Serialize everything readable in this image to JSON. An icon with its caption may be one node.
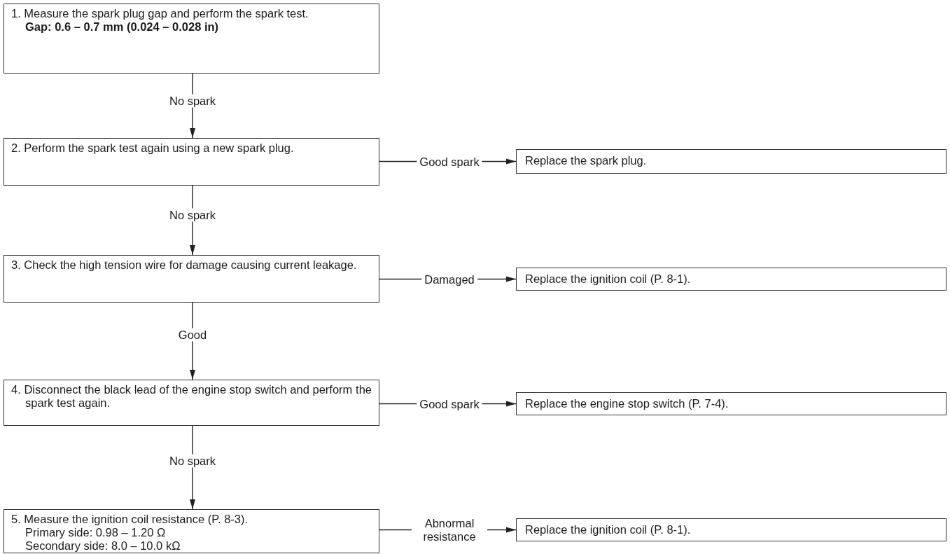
{
  "diagram": {
    "nodes": [
      {
        "text": [
          "1. Measure the spark plug gap and perform the spark test.",
          "**Gap: 0.6 – 0.7 mm (0.024 – 0.028 in)**"
        ]
      },
      {
        "text": [
          "2. Perform the spark test again using a new spark plug."
        ]
      },
      {
        "text": [
          "Replace the spark plug."
        ]
      },
      {
        "text": [
          "3. Check the high tension wire for damage causing current leakage."
        ]
      },
      {
        "text": [
          "Replace the ignition coil (P. 8-1)."
        ]
      },
      {
        "text": [
          "4. Disconnect the black lead of the engine stop switch and perform the spark test again."
        ]
      },
      {
        "text": [
          "Replace the engine stop switch (P. 7-4)."
        ]
      },
      {
        "text": [
          "5. Measure the ignition coil resistance (P. 8-3).",
          "Primary side: 0.98 – 1.20 Ω",
          "Secondary side: 8.0 – 10.0 kΩ"
        ]
      },
      {
        "text": [
          "Replace the ignition coil (P. 8-1)."
        ]
      }
    ],
    "edges": [
      {
        "from": 0,
        "to": 1,
        "arrow": "to",
        "label": "No spark"
      },
      {
        "from": 1,
        "to": 2,
        "arrow": "to",
        "label": "Good spark"
      },
      {
        "from": 1,
        "to": 3,
        "arrow": "to",
        "label": "No spark"
      },
      {
        "from": 3,
        "to": 4,
        "arrow": "to",
        "label": "Damaged"
      },
      {
        "from": 3,
        "to": 5,
        "arrow": "to",
        "label": "Good"
      },
      {
        "from": 5,
        "to": 6,
        "arrow": "to",
        "label": "Good spark"
      },
      {
        "from": 5,
        "to": 7,
        "arrow": "to",
        "label": "No spark"
      },
      {
        "from": 7,
        "to": 8,
        "arrow": "to",
        "label": "Abnormal resistance"
      }
    ]
  }
}
